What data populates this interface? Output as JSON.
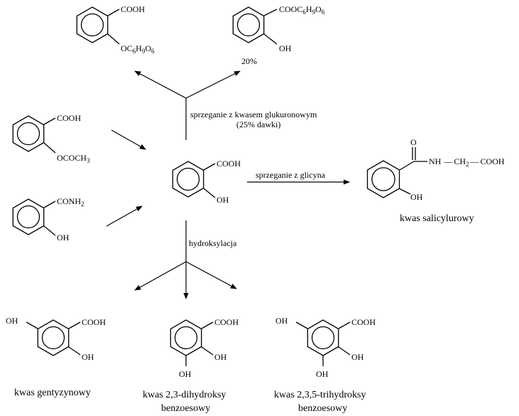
{
  "molecules": {
    "glucuronide_ether": {
      "sub1": "COOH",
      "sub2": "OC6H9O6"
    },
    "glucuronide_ester": {
      "sub1": "COOC6H9O6",
      "sub2": "OH",
      "percent": "20%"
    },
    "aspirin": {
      "sub1": "COOH",
      "sub2": "OCOCH3"
    },
    "salicylamide": {
      "sub1": "CONH2",
      "sub2": "OH"
    },
    "salicylic_acid": {
      "sub1": "COOH",
      "sub2": "OH"
    },
    "salicyluric_acid": {
      "chain": "NH—CH2—COOH",
      "o_label": "O",
      "oh": "OH",
      "name": "kwas salicylurowy"
    },
    "gentisic_acid": {
      "cooh": "COOH",
      "oh_top": "OH",
      "oh_right": "OH",
      "name": "kwas gentyzynowy"
    },
    "dihydroxy_23": {
      "cooh": "COOH",
      "oh_right": "OH",
      "oh_bottom": "OH",
      "name_line1": "kwas 2,3-dihydroksy",
      "name_line2": "benzoesowy"
    },
    "trihydroxy_235": {
      "cooh": "COOH",
      "oh_top": "OH",
      "oh_right": "OH",
      "oh_bottom": "OH",
      "name_line1": "kwas 2,3,5-trihydroksy",
      "name_line2": "benzoesowy"
    }
  },
  "reactions": {
    "glucuronide_line1": "sprzeganie z kwasem glukuronowym",
    "glucuronide_line2": "(25% dawki)",
    "glycine": "sprzeganie z glicyna",
    "hydroxylation": "hydroksylacja"
  }
}
